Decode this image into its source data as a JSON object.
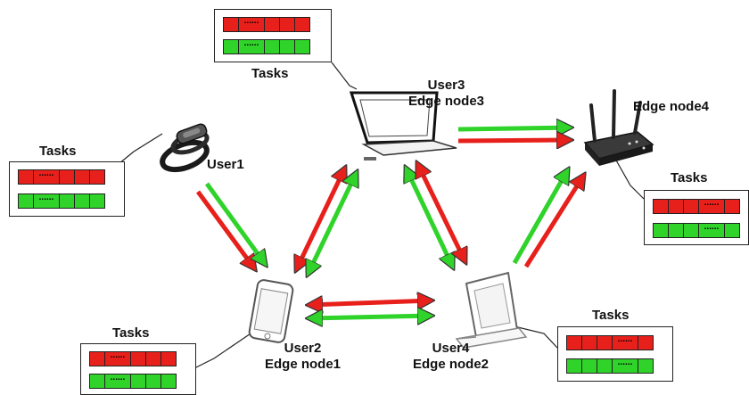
{
  "colors": {
    "task_red": "#e8201c",
    "task_green": "#2fd32a",
    "arrow_red": "#e8201c",
    "arrow_green": "#2fd32a",
    "line": "#222222"
  },
  "nodes": {
    "user1": {
      "line1": "User1",
      "icon": "fitness-band-icon"
    },
    "user2": {
      "line1": "User2",
      "line2": "Edge node1",
      "icon": "smartphone-icon"
    },
    "user3": {
      "line1": "User3",
      "line2": "Edge node3",
      "icon": "laptop-icon"
    },
    "user4": {
      "line1": "User4",
      "line2": "Edge node2",
      "icon": "tablet-icon"
    },
    "edge4": {
      "line1": "Edge node4",
      "icon": "router-icon"
    }
  },
  "tasks": {
    "label": "Tasks",
    "ellipsis": "......"
  }
}
